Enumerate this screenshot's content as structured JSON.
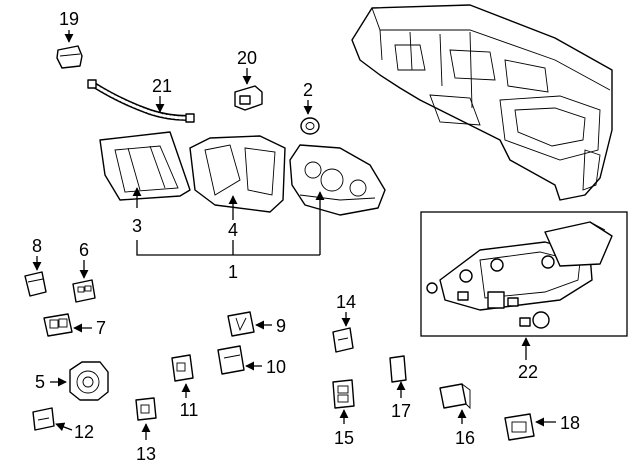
{
  "diagram": {
    "callouts": [
      "19",
      "20",
      "21",
      "2",
      "3",
      "4",
      "1",
      "8",
      "6",
      "7",
      "5",
      "12",
      "13",
      "11",
      "9",
      "10",
      "14",
      "15",
      "17",
      "16",
      "18",
      "22"
    ]
  }
}
